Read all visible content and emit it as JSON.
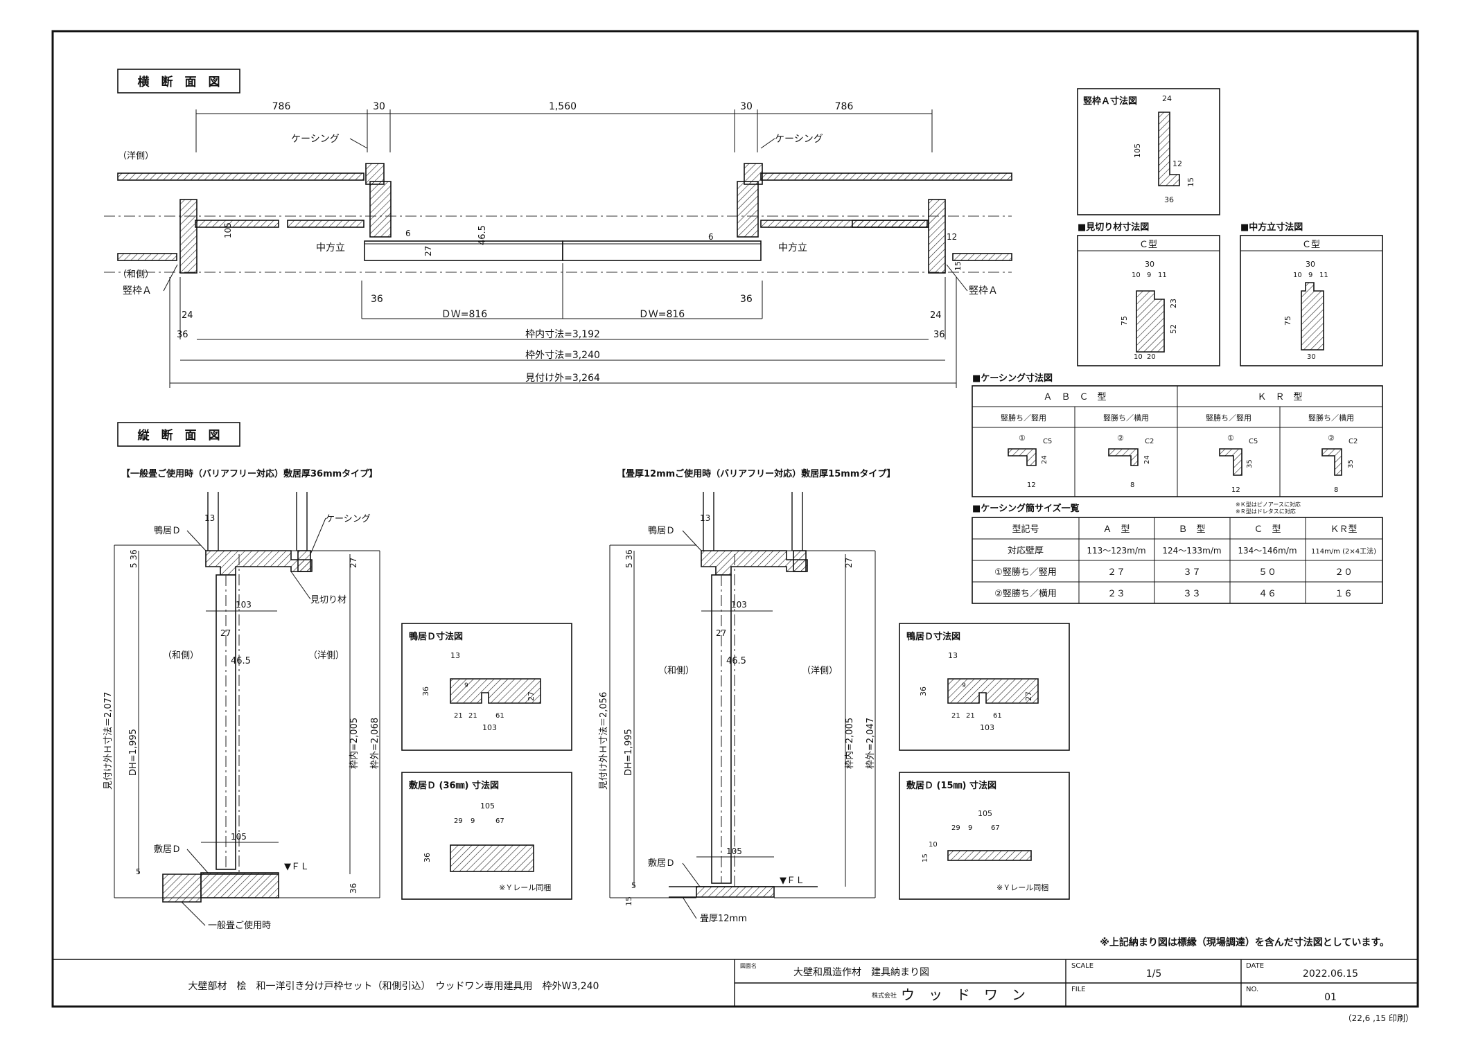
{
  "sections": {
    "horizontal": "横　断　面　図",
    "vertical": "縦　断　面　図"
  },
  "plan": {
    "top_dims": [
      "786",
      "30",
      "1,560",
      "30",
      "786"
    ],
    "casing_left": "ケーシング",
    "casing_right": "ケーシング",
    "yo_side": "（洋側）",
    "wa_side": "（和側）",
    "center_post_left": "中方立",
    "center_post_right": "中方立",
    "frame_a_left": "竪枠Ａ",
    "frame_a_right": "竪枠Ａ",
    "d105": "105",
    "d6a": "6",
    "d27": "27",
    "d465": "46.5",
    "d6b": "6",
    "d12": "12",
    "d15": "15",
    "d36a": "36",
    "d36b": "36",
    "dw1": "ＤＷ=816",
    "dw2": "ＤＷ=816",
    "d24a": "24",
    "d24b": "24",
    "d36c": "36",
    "d36d": "36",
    "inner": "枠内寸法=3,192",
    "outer": "枠外寸法=3,240",
    "mitsuke": "見付け外=3,264"
  },
  "frame_a": {
    "title": "竪枠Ａ寸法図",
    "d24": "24",
    "d105": "105",
    "d12": "12",
    "d15": "15",
    "d36": "36"
  },
  "mikiri": {
    "title": "■見切り材寸法図",
    "type": "Ｃ型",
    "d30": "30",
    "d10": "10",
    "d9": "9",
    "d11": "11",
    "d75": "75",
    "d23": "23",
    "d52": "52",
    "d10b": "10",
    "d20": "20"
  },
  "nakahoudate": {
    "title": "■中方立寸法図",
    "type": "Ｃ型",
    "d30": "30",
    "d10": "10",
    "d9": "9",
    "d11": "11",
    "d75": "75",
    "d30b": "30"
  },
  "casing_dims": {
    "title": "■ケーシング寸法図",
    "groups": [
      "Ａ　Ｂ　Ｃ　型",
      "Ｋ　Ｒ　型"
    ],
    "subs": [
      "竪勝ち／竪用",
      "竪勝ち／横用",
      "竪勝ち／竪用",
      "竪勝ち／横用"
    ],
    "marks": [
      "①",
      "②",
      "①",
      "②"
    ],
    "c_labels": [
      "C5",
      "C2",
      "C5",
      "C2"
    ],
    "heights": [
      "24",
      "24",
      "35",
      "35"
    ],
    "widths": [
      "12",
      "8",
      "12",
      "8"
    ]
  },
  "casing_sizes": {
    "title": "■ケーシング簡サイズ一覧",
    "note1": "※Ｋ型はピノアースに対応",
    "note2": "※Ｒ型はドレタスに対応",
    "header": [
      "型記号",
      "Ａ　型",
      "Ｂ　型",
      "Ｃ　型",
      "ＫＲ型"
    ],
    "rows": [
      [
        "対応壁厚",
        "113～123m/m",
        "124～133m/m",
        "134～146m/m",
        "114m/m (2×4工法)"
      ],
      [
        "①竪勝ち／竪用",
        "２７",
        "３７",
        "５０",
        "２０"
      ],
      [
        "②竪勝ち／横用",
        "２３",
        "３３",
        "４６",
        "１６"
      ]
    ]
  },
  "sec_left": {
    "heading": "【一般畳ご使用時（バリアフリー対応）敷居厚36mmタイプ】",
    "kamoi": "鴨居Ｄ",
    "casing": "ケーシング",
    "mikiri": "見切り材",
    "d13": "13",
    "d5_36": "5 36",
    "d27": "27",
    "d103": "103",
    "d27b": "27",
    "d465": "46.5",
    "wa": "（和側）",
    "yo": "（洋側）",
    "mitsuke_h": "見付け外Ｈ寸法＝2,077",
    "dh": "DH=1,995",
    "waku_in": "枠内=2,005",
    "waku_out": "枠外=2,068",
    "d105": "105",
    "shikii": "敷居Ｄ",
    "d5": "5",
    "fl": "▼ＦＬ",
    "d36": "36",
    "tatami": "一般畳ご使用時"
  },
  "sec_right": {
    "heading": "【畳厚12mmご使用時（バリアフリー対応）敷居厚15mmタイプ】",
    "kamoi": "鴨居Ｄ",
    "d13": "13",
    "d5_36": "5 36",
    "d27": "27",
    "d103": "103",
    "d27b": "27",
    "d465": "46.5",
    "wa": "（和側）",
    "yo": "（洋側）",
    "mitsuke_h": "見付け外Ｈ寸法＝2,056",
    "dh": "DH=1,995",
    "waku_in": "枠内=2,005",
    "waku_out": "枠外=2,047",
    "d105": "105",
    "shikii": "敷居Ｄ",
    "d5": "5",
    "d15": "15",
    "fl": "▼ＦＬ",
    "tatami": "畳厚12mm"
  },
  "kamoi_box1": {
    "title": "鴨居Ｄ寸法図",
    "d13": "13",
    "d9": "9",
    "d36": "36",
    "d27": "27",
    "d21a": "21",
    "d21b": "21",
    "d61": "61",
    "d103": "103"
  },
  "kamoi_box2": {
    "title": "鴨居Ｄ寸法図",
    "d13": "13",
    "d9": "9",
    "d36": "36",
    "d27": "27",
    "d21a": "21",
    "d21b": "21",
    "d61": "61",
    "d103": "103"
  },
  "shikii_box1": {
    "title": "敷居Ｄ (36㎜) 寸法図",
    "d105": "105",
    "d29": "29",
    "d9": "9",
    "d67": "67",
    "d36": "36",
    "note": "※Ｙレール同梱"
  },
  "shikii_box2": {
    "title": "敷居Ｄ (15㎜) 寸法図",
    "d105": "105",
    "d29": "29",
    "d9": "9",
    "d67": "67",
    "d10": "10",
    "d15": "15",
    "note": "※Ｙレール同梱"
  },
  "footnote": "※上記納まり図は標縁（現場調達）を含んだ寸法図としています。",
  "titleblock": {
    "product": "大壁部材　桧　和一洋引き分け戸枠セット（和側引込）　ウッドワン専用建具用　枠外W3,240",
    "drawing_label": "図面名",
    "drawing_name": "大壁和風造作材　建具納まり図",
    "company_prefix": "株式会社",
    "company": "ウ　ッ　ド　ワ　ン",
    "scale_label": "SCALE",
    "scale": "1/5",
    "file_label": "FILE",
    "date_label": "DATE",
    "date": "2022.06.15",
    "no_label": "NO.",
    "no": "01"
  },
  "printed": "（22,6 ,15 印刷）"
}
